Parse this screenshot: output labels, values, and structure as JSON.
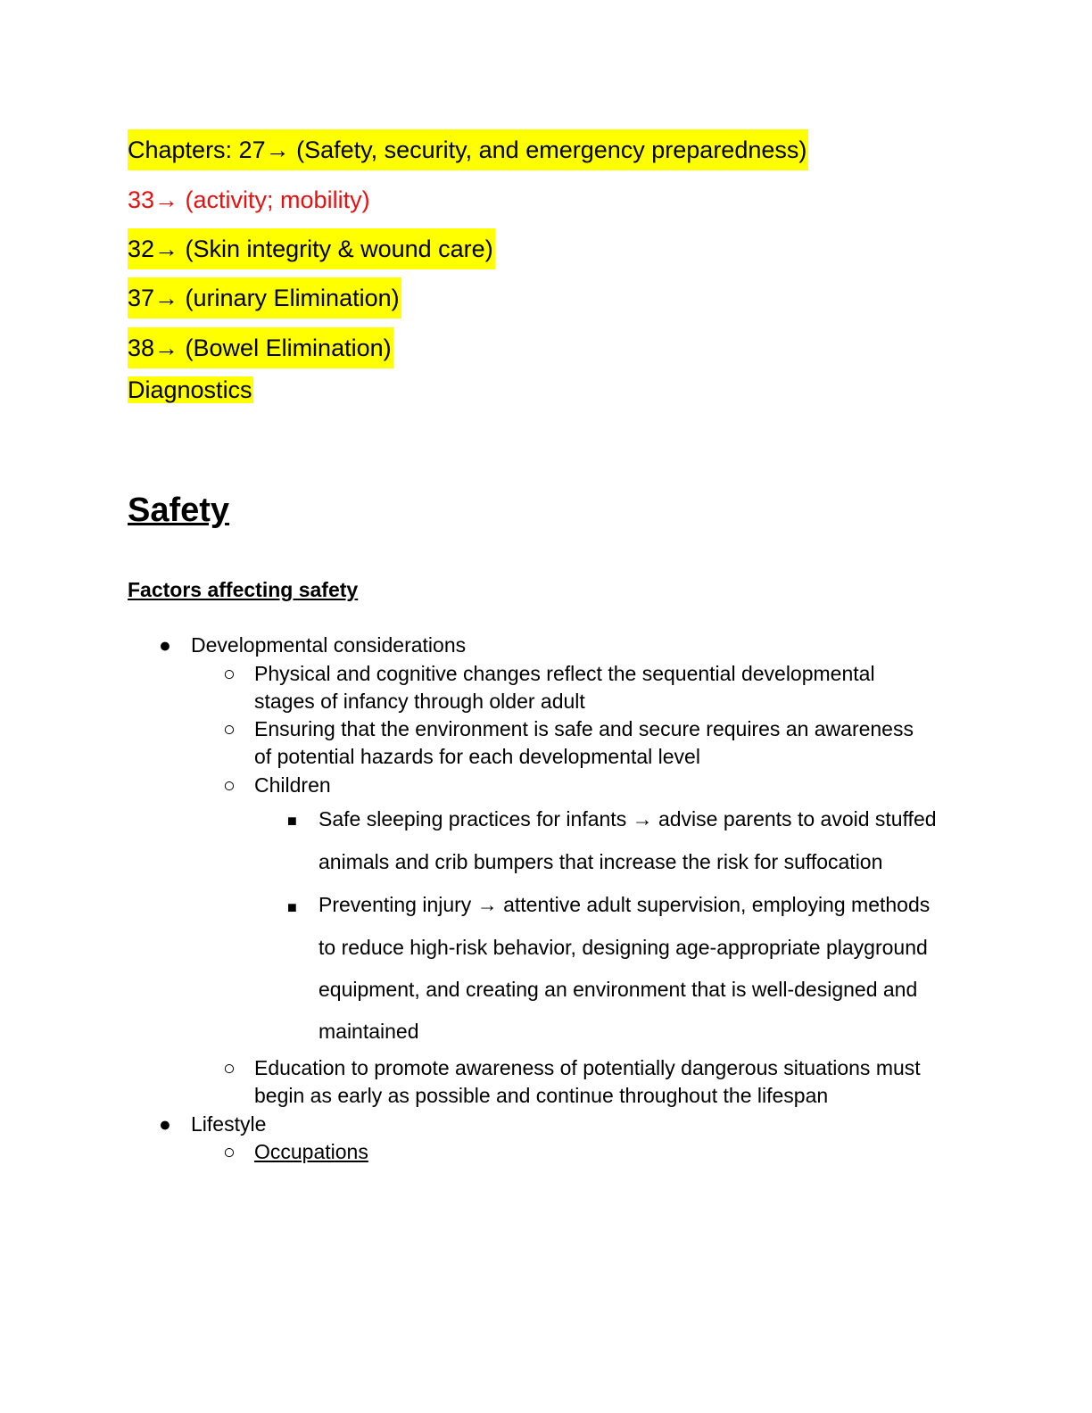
{
  "chapters": {
    "line1": "Chapters: 27→ (Safety, security, and emergency preparedness)",
    "line2": "33→ (activity; mobility)",
    "line3": "32→ (Skin integrity & wound care)",
    "line4": "37→ (urinary Elimination)",
    "line5": "38→ (Bowel Elimination)",
    "line6": "Diagnostics"
  },
  "colors": {
    "highlight": "#ffff00",
    "red_text": "#e8100f"
  },
  "section": {
    "title": "Safety",
    "subtitle": "Factors affecting safety"
  },
  "list": {
    "b1": "Developmental considerations",
    "b1_s1_l1": "Physical and cognitive changes reflect the sequential developmental",
    "b1_s1_l2": "stages of infancy through older adult",
    "b1_s2_l1": "Ensuring that the environment is safe and secure requires an awareness",
    "b1_s2_l2": "of potential hazards for each developmental level",
    "b1_s3": "Children",
    "b1_s3_t1_l1": "Safe sleeping practices for infants → advise parents to avoid stuffed",
    "b1_s3_t1_l2": "animals and crib bumpers that increase the risk for suffocation",
    "b1_s3_t2_l1": "Preventing injury → attentive adult supervision, employing methods",
    "b1_s3_t2_l2": "to reduce high-risk behavior, designing age-appropriate playground",
    "b1_s3_t2_l3": "equipment, and creating an environment that is well-designed and",
    "b1_s3_t2_l4": "maintained",
    "b1_s4_l1": "Education to promote awareness of potentially dangerous situations must",
    "b1_s4_l2": "begin as early as possible and continue throughout the lifespan",
    "b2": "Lifestyle",
    "b2_s1": "Occupations"
  }
}
